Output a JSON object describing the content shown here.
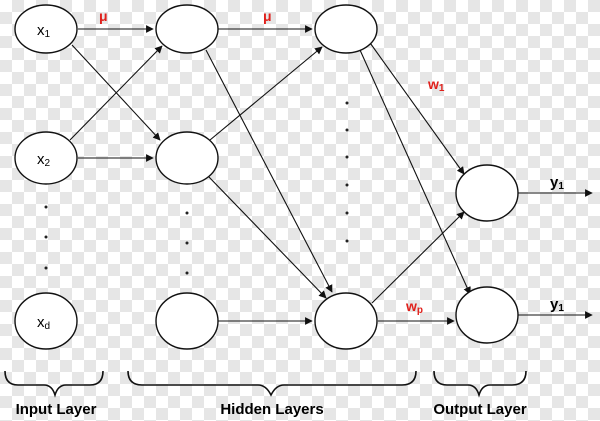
{
  "nodes": {
    "input": [
      "x",
      "x",
      "x"
    ],
    "input_sub": [
      "1",
      "2",
      "d"
    ],
    "output": [
      "y",
      "y"
    ],
    "output_sub": [
      "1",
      "1"
    ]
  },
  "weights": {
    "mu_1": "μ",
    "mu_2": "μ",
    "w1": "w",
    "w1_sub": "1",
    "wp": "w",
    "wp_sub": "p"
  },
  "layers": {
    "input": "Input Layer",
    "hidden": "Hidden Layers",
    "output": "Output Layer"
  },
  "colors": {
    "weight_label": "#e0201b",
    "node_stroke": "#111111",
    "checker": "#e6e6e6"
  }
}
